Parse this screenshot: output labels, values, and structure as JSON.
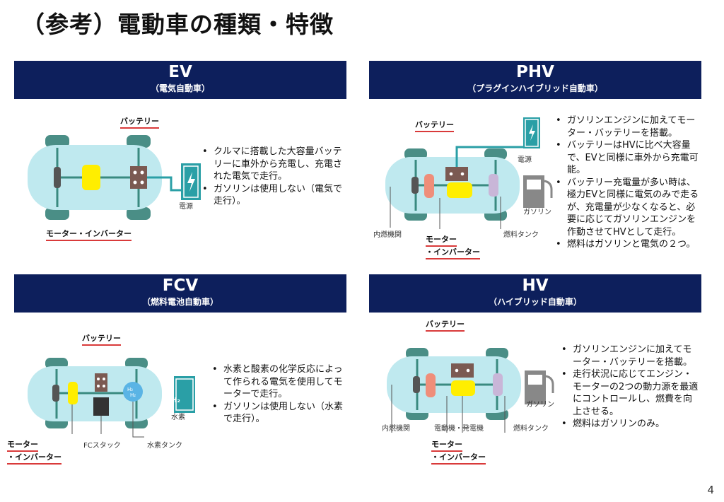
{
  "slide": {
    "title": "（参考）電動車の種類・特徴",
    "page_number": "4"
  },
  "colors": {
    "header": "#0d1f5c",
    "body": "#bfe9ef",
    "tire": "#4a8e86",
    "battery": "#7b5a52",
    "motor": "#ffee00",
    "engine": "#ef8e7a",
    "tank": "#c9b6d8",
    "line": "#3a8a80",
    "red_underline": "#d93a3a",
    "charger": "#2a9fa6",
    "gray": "#888888"
  },
  "panels": {
    "ev": {
      "title": "EV",
      "subtitle": "（電気自動車）",
      "bullets": [
        "クルマに搭載した大容量バッテリーに車外から充電し、充電された電気で走行。",
        "ガソリンは使用しない（電気で走行）。"
      ],
      "labels": {
        "battery": "バッテリー",
        "motor_inverter": "モーター・インバーター",
        "power_source": "電源"
      },
      "icons": [
        "charger-icon",
        "lightning-icon"
      ]
    },
    "phv": {
      "title": "PHV",
      "subtitle": "（プラグインハイブリッド自動車）",
      "bullets": [
        "ガソリンエンジンに加えてモーター・バッテリーを搭載。",
        "バッテリーはHVに比べ大容量で、EVと同様に車外から充電可能。",
        "バッテリー充電量が多い時は、極力EVと同様に電気のみで走るが、充電量が少なくなると、必要に応じてガソリンエンジンを作動させてHVとして走行。",
        "燃料はガソリンと電気の２つ。"
      ],
      "labels": {
        "battery": "バッテリー",
        "power_source": "電源",
        "gasoline": "ガソリン",
        "ice": "内燃機関",
        "fuel_tank": "燃料タンク",
        "motor": "モーター",
        "inverter": "・インバーター"
      },
      "icons": [
        "charger-icon",
        "gas-pump-icon"
      ]
    },
    "fcv": {
      "title": "FCV",
      "subtitle": "（燃料電池自動車）",
      "bullets": [
        "水素と酸素の化学反応によって作られる電気を使用してモーターで走行。",
        "ガソリンは使用しない（水素で走行）。"
      ],
      "labels": {
        "battery": "バッテリー",
        "motor": "モーター",
        "inverter": "・インバーター",
        "fc_stack": "FCスタック",
        "h2_tank": "水素タンク",
        "hydrogen": "水素",
        "h2": "H₂"
      },
      "icons": [
        "hydrogen-station-icon"
      ]
    },
    "hv": {
      "title": "HV",
      "subtitle": "（ハイブリッド自動車）",
      "bullets": [
        "ガソリンエンジンに加えてモーター・バッテリーを搭載。",
        "走行状況に応じてエンジン・モーターの2つの動力源を最適にコントロールし、燃費を向上させる。",
        "燃料はガソリンのみ。"
      ],
      "labels": {
        "battery": "バッテリー",
        "gasoline": "ガソリン",
        "ice": "内燃機関",
        "motor_generator": "電動機・発電機",
        "fuel_tank": "燃料タンク",
        "motor": "モーター",
        "inverter": "・インバーター"
      },
      "icons": [
        "gas-pump-icon"
      ]
    }
  }
}
